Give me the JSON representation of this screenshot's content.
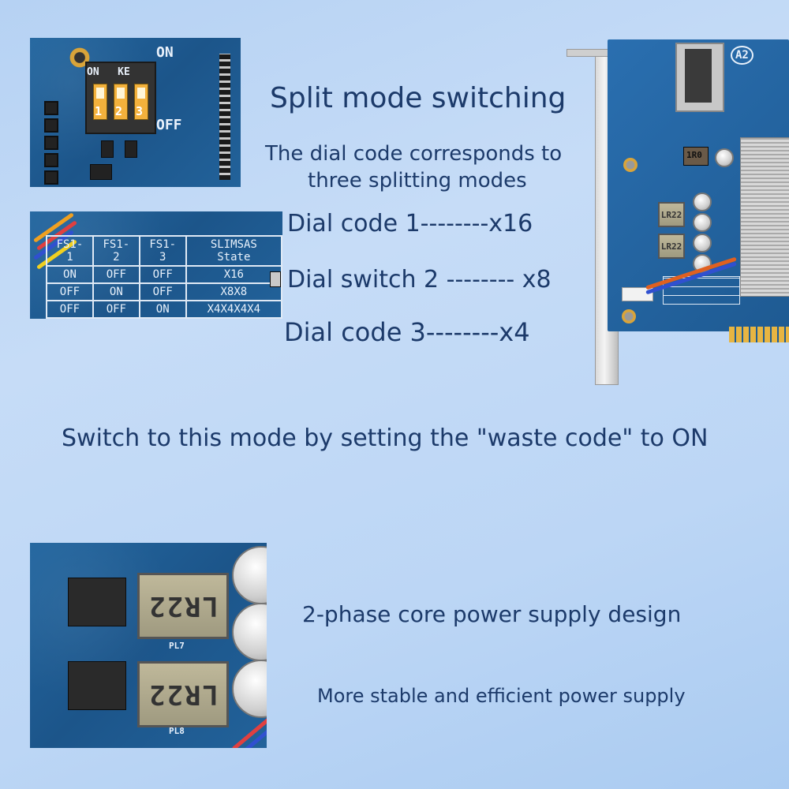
{
  "headline": {
    "title": "Split mode switching",
    "subtitle_line1": "The dial code corresponds to",
    "subtitle_line2": "three splitting modes"
  },
  "modes": [
    {
      "label": "Dial code 1--------x16"
    },
    {
      "label": "Dial switch 2 -------- x8"
    },
    {
      "label": "Dial code 3--------x4"
    }
  ],
  "instruction": "Switch to this mode by setting the \"waste code\" to ON",
  "power": {
    "title": "2-phase core power supply design",
    "subtitle": "More stable and efficient power supply"
  },
  "dip_photo": {
    "on_label": "ON",
    "off_label": "OFF",
    "switch_header": "ON   KE",
    "switch_numbers": [
      "1",
      "2",
      "3"
    ]
  },
  "fs_table": {
    "headers": [
      "FS1-1",
      "FS1-2",
      "FS1-3",
      "SLIMSAS State"
    ],
    "rows": [
      [
        "ON",
        "OFF",
        "OFF",
        "X16"
      ],
      [
        "OFF",
        "ON",
        "OFF",
        "X8X8"
      ],
      [
        "OFF",
        "OFF",
        "ON",
        "X4X4X4X4"
      ]
    ]
  },
  "power_photo": {
    "inductor_label": "LR22",
    "inductor_ref_top": "PL7",
    "inductor_ref_bottom": "PL8"
  },
  "card_photo": {
    "marker": "A2",
    "inductor_label": "LR22",
    "chip_label": "1R0"
  },
  "colors": {
    "text": "#1c3a6a",
    "pcb": "#1f5d93",
    "background": "#bcd6f5"
  }
}
